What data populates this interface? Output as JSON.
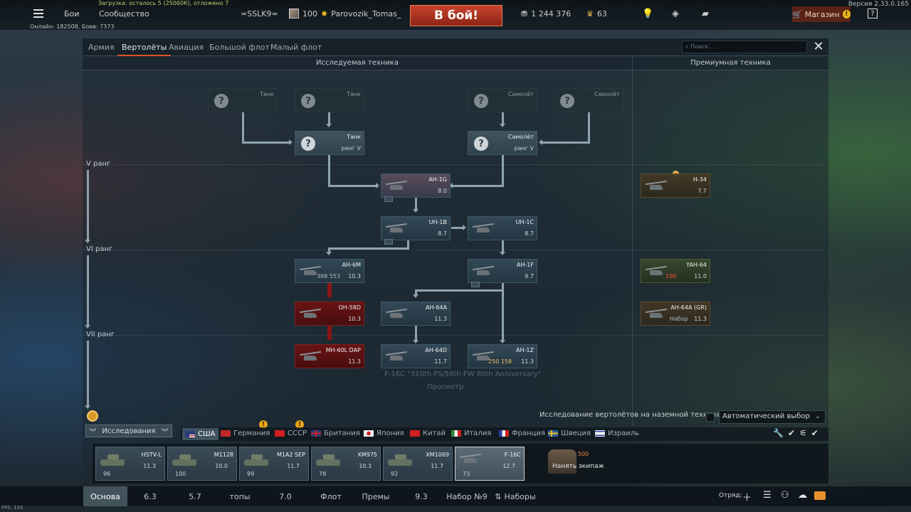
{
  "topbar": {
    "load_info": "Загрузка: осталось 5 (25060К), отложено 7",
    "online_info": "Онлайн: 182508, Боев: 7373",
    "version": "Версия 2.33.0.165",
    "battles_label": "Бои",
    "community_label": "Сообщество",
    "squad_tag": "=SSLK9=",
    "player_level": "100",
    "player_name": "Parovozik_Tomas_",
    "fight_button": "В бой!",
    "silver_lions": "1 244 376",
    "golden_eagles": "63",
    "shop_label": "Магазин",
    "warn_glyph": "!",
    "help_glyph": "?"
  },
  "tabs": [
    "Армия",
    "Вертолёты",
    "Авиация",
    "Большой флот",
    "Малый флот"
  ],
  "active_tab": "Вертолёты",
  "search_placeholder": "Поиск...",
  "close_glyph": "✕",
  "sections": {
    "researched": "Исследуемая техника",
    "premium": "Премиумная техника"
  },
  "ranks": [
    "V ранг",
    "VI ранг",
    "VII ранг"
  ],
  "tree": {
    "top_locked": [
      {
        "type": "Танк"
      },
      {
        "type": "Танк"
      },
      {
        "type": "Самолёт"
      },
      {
        "type": "Самолёт"
      }
    ],
    "unknown_cards": [
      {
        "type": "Танк",
        "rank": "ранг V"
      },
      {
        "type": "Самолёт",
        "rank": "ранг V"
      }
    ],
    "vehicles": {
      "ah1g": {
        "name": "AH-1G",
        "br": "8.0"
      },
      "uh1b": {
        "name": "UH-1B",
        "br": "8.7"
      },
      "uh1c": {
        "name": "UH-1C",
        "br": "8.7"
      },
      "ah6m": {
        "name": "AH-6M",
        "br": "10.3",
        "rp": "368 553"
      },
      "ah1f": {
        "name": "AH-1F",
        "br": "9.7"
      },
      "oh58d": {
        "name": "OH-58D",
        "br": "10.3"
      },
      "ah64a": {
        "name": "AH-64A",
        "br": "11.3"
      },
      "mh60l": {
        "name": "MH-60L DAP",
        "br": "11.3"
      },
      "ah64d": {
        "name": "AH-64D",
        "br": "11.7"
      },
      "ah1z": {
        "name": "AH-1Z",
        "br": "11.3",
        "rp": "250 158"
      }
    },
    "premium": {
      "h34": {
        "name": "H-34",
        "br": "7.7"
      },
      "yah64": {
        "name": "YAH-64",
        "br": "11.0",
        "cost": "100"
      },
      "ah64agr": {
        "name": "AH-64A (GR)",
        "br": "11.3",
        "extra": "Набор"
      }
    },
    "ghost_text": {
      "line1": "F-16C \"310th FS/56th FW 80th Anniversary\"",
      "line2": "Просмотр"
    }
  },
  "research_mode_label": "Исследование вертолётов на наземной технике",
  "research_mode_value": "Автоматический выбор",
  "research_button": "Исследования",
  "nations": [
    {
      "name": "США",
      "active": true
    },
    {
      "name": "Германия"
    },
    {
      "name": "СССР"
    },
    {
      "name": "Британия"
    },
    {
      "name": "Япония"
    },
    {
      "name": "Китай"
    },
    {
      "name": "Италия"
    },
    {
      "name": "Франция"
    },
    {
      "name": "Швеция"
    },
    {
      "name": "Израиль"
    }
  ],
  "crew_slots": [
    {
      "name": "HSTV-L",
      "br": "11.3",
      "count": "96"
    },
    {
      "name": "M1128",
      "br": "10.0",
      "count": "100"
    },
    {
      "name": "M1A2 SEP",
      "br": "11.7",
      "count": "99"
    },
    {
      "name": "XM975",
      "br": "10.3",
      "count": "78"
    },
    {
      "name": "XM1069",
      "br": "11.7",
      "count": "92"
    },
    {
      "name": "F-16C",
      "br": "12.7",
      "count": "73"
    }
  ],
  "hire_crew": {
    "label": "Нанять экипаж",
    "cost": "500"
  },
  "presets": [
    "Основа",
    "6.3",
    "5.7",
    "топы",
    "7.0",
    "Флот",
    "Премы",
    "9.3",
    "Набор №9"
  ],
  "active_preset": "Основа",
  "presets_button": "Наборы",
  "squad_label": "Отряд:",
  "fps": "FPS: 150",
  "colors": {
    "accent": "#d9542b",
    "fight": "#c8432e",
    "premium": "#e2a22a",
    "squad": "#ff4e3a"
  }
}
